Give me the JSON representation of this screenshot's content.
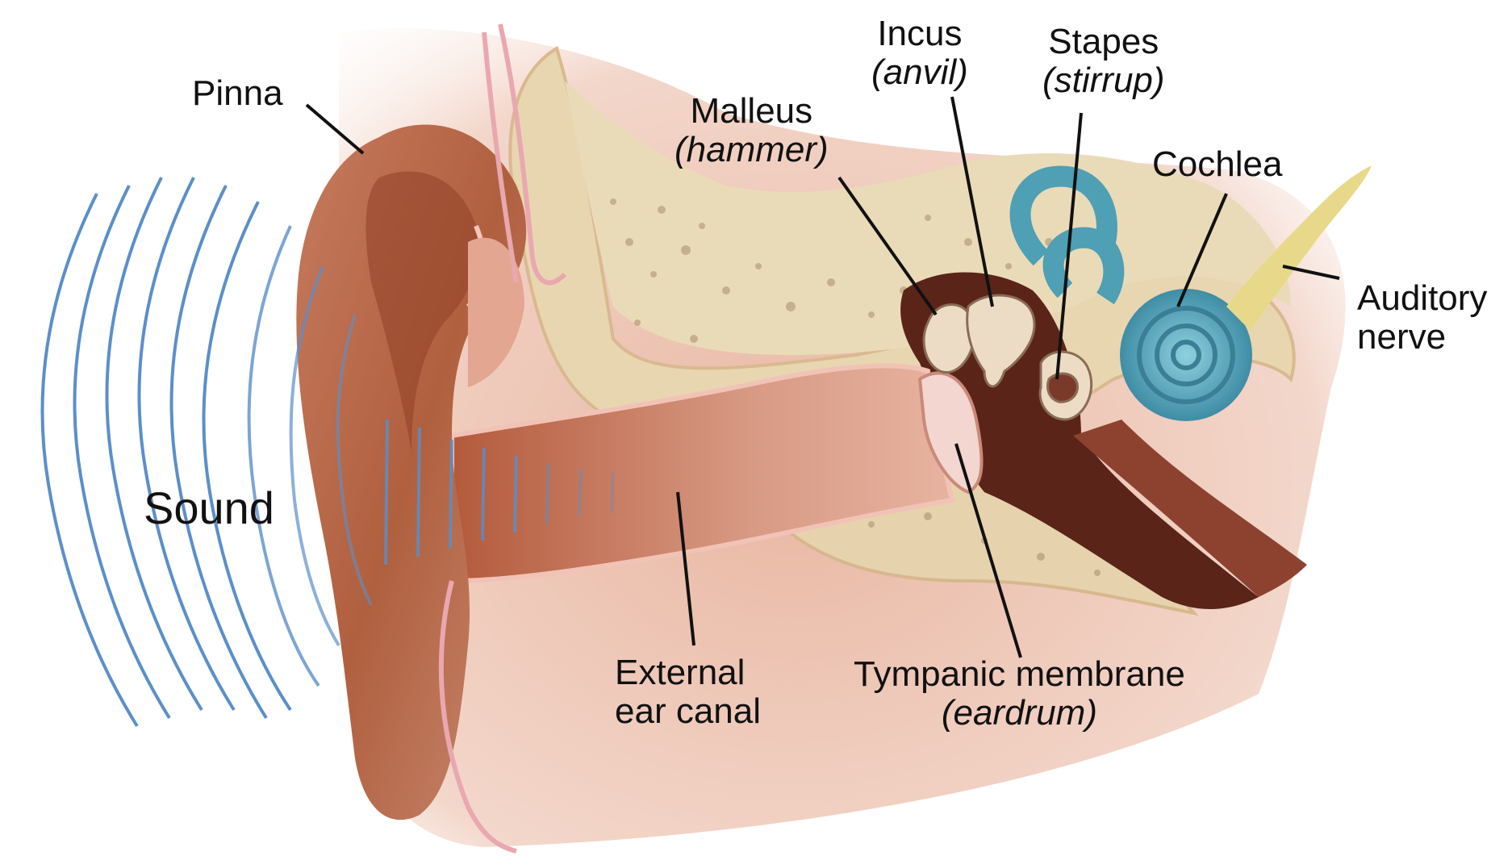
{
  "labels": {
    "sound": "Sound",
    "pinna": "Pinna",
    "malleus": {
      "name": "Malleus",
      "alt": "(hammer)"
    },
    "incus": {
      "name": "Incus",
      "alt": "(anvil)"
    },
    "stapes": {
      "name": "Stapes",
      "alt": "(stirrup)"
    },
    "cochlea": "Cochlea",
    "auditory_nerve": {
      "line1": "Auditory",
      "line2": "nerve"
    },
    "external_ear_canal": {
      "line1": "External",
      "line2": "ear canal"
    },
    "tympanic_membrane": {
      "name": "Tympanic membrane",
      "alt": "(eardrum)"
    }
  },
  "colors": {
    "sound_waves": "#5b8fc9",
    "skin": "#e8b8a4",
    "pinna": "#b8684e",
    "bone": "#e9d7b2",
    "inner_ear": "#4f9fb5",
    "cavity": "#5a2418",
    "nerve": "#e8d98a",
    "leader_line": "#111111"
  }
}
